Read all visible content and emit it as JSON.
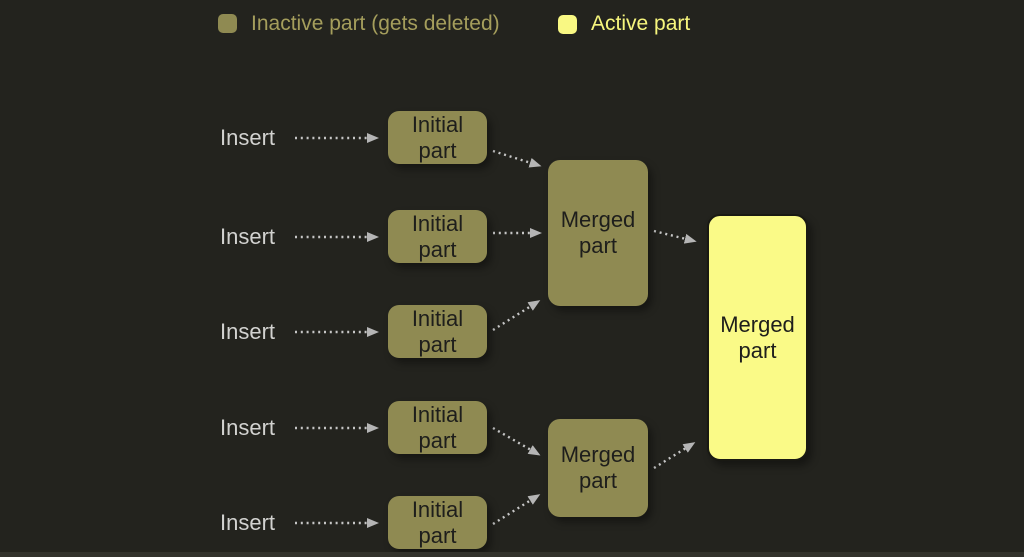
{
  "legend": {
    "inactive_label": "Inactive part (gets deleted)",
    "active_label": "Active part"
  },
  "flow": {
    "insert_labels": [
      "Insert",
      "Insert",
      "Insert",
      "Insert",
      "Insert"
    ],
    "initial_part": {
      "line1": "Initial",
      "line2": "part"
    },
    "merged_part": {
      "line1": "Merged",
      "line2": "part"
    }
  },
  "colors": {
    "background": "#23231e",
    "inactive_fill": "#8f8a52",
    "active_fill": "#fafa87",
    "active_border": "#191913",
    "inactive_legend_text": "#a59e5c",
    "active_legend_text": "#f7f67d",
    "node_text": "#1e1e1c",
    "insert_text": "#d2d2d0",
    "arrow": "#c6c6c6",
    "arrowhead": "#b5b5b5"
  }
}
